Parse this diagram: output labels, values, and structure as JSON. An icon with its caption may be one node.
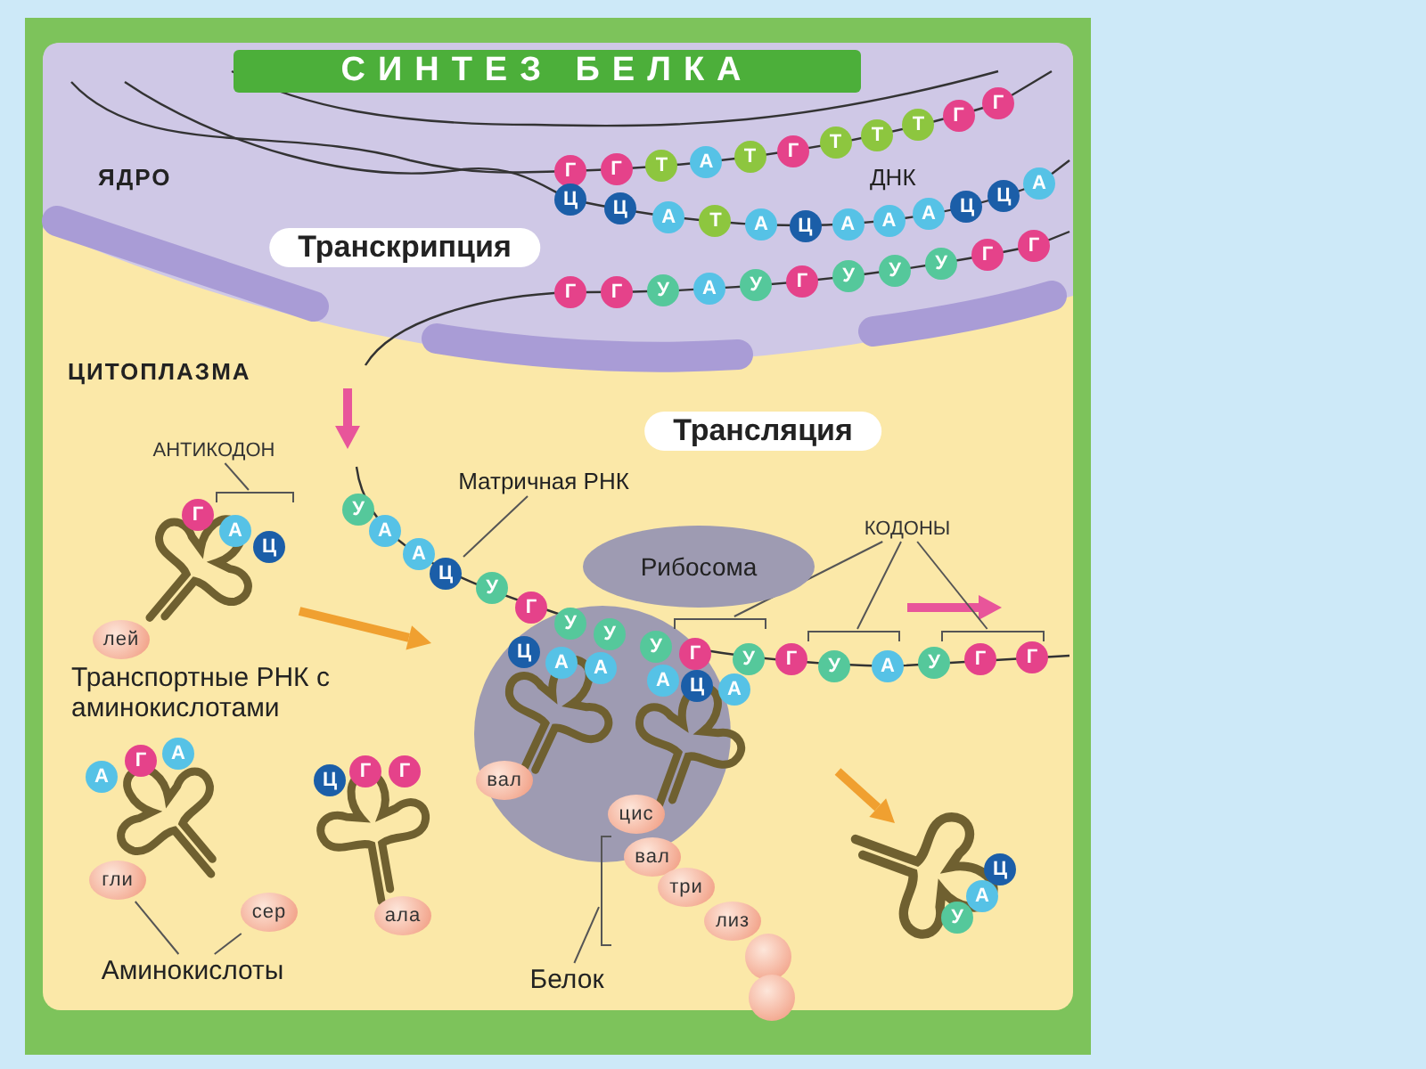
{
  "diagram": {
    "title": "СИНТЕЗ БЕЛКА",
    "nodes": [
      {
        "text": [
          "Транскрипция"
        ]
      },
      {
        "text": [
          "Трансляция"
        ]
      },
      {
        "text": [
          "АНТИКОДОН"
        ]
      },
      {
        "text": [
          "Матричная РНК"
        ]
      },
      {
        "text": [
          "КОДОНЫ"
        ]
      },
      {
        "text": [
          "Рибосома"
        ]
      },
      {
        "text": [
          "Аминокислоты"
        ]
      },
      {
        "text": [
          "Белок"
        ]
      },
      {
        "text": [],
        "shape": "bracket"
      },
      {
        "text": [],
        "shape": "bracket"
      },
      {
        "text": [],
        "shape": "bracket"
      },
      {
        "text": [],
        "shape": "bracket"
      },
      {
        "text": [],
        "shape": "bracket"
      },
      {
        "text": [
          "Г"
        ]
      },
      {
        "text": [
          "Г"
        ]
      },
      {
        "text": [
          "Т"
        ]
      },
      {
        "text": [
          "А"
        ]
      },
      {
        "text": [
          "Т"
        ]
      },
      {
        "text": [
          "Г"
        ]
      },
      {
        "text": [
          "Т"
        ]
      },
      {
        "text": [
          "Т"
        ]
      },
      {
        "text": [
          "Т"
        ]
      },
      {
        "text": [
          "Г"
        ]
      },
      {
        "text": [
          "Г"
        ]
      },
      {
        "text": [
          "Ц"
        ]
      },
      {
        "text": [
          "Ц"
        ]
      },
      {
        "text": [
          "А"
        ]
      },
      {
        "text": [
          "Т"
        ]
      },
      {
        "text": [
          "А"
        ]
      },
      {
        "text": [
          "Ц"
        ]
      },
      {
        "text": [
          "А"
        ]
      },
      {
        "text": [
          "А"
        ]
      },
      {
        "text": [
          "А"
        ]
      },
      {
        "text": [
          "Ц"
        ]
      },
      {
        "text": [
          "Ц"
        ]
      },
      {
        "text": [
          "А"
        ]
      },
      {
        "text": [
          "Г"
        ]
      },
      {
        "text": [
          "Г"
        ]
      },
      {
        "text": [
          "У"
        ]
      },
      {
        "text": [
          "А"
        ]
      },
      {
        "text": [
          "У"
        ]
      },
      {
        "text": [
          "Г"
        ]
      },
      {
        "text": [
          "У"
        ]
      },
      {
        "text": [
          "У"
        ]
      },
      {
        "text": [
          "У"
        ]
      },
      {
        "text": [
          "Г"
        ]
      },
      {
        "text": [
          "Г"
        ]
      },
      {
        "text": [
          "У"
        ]
      },
      {
        "text": [
          "А"
        ]
      },
      {
        "text": [
          "А"
        ]
      },
      {
        "text": [
          "Ц"
        ]
      },
      {
        "text": [
          "У"
        ]
      },
      {
        "text": [
          "Г"
        ]
      },
      {
        "text": [
          "У"
        ]
      },
      {
        "text": [
          "У"
        ]
      },
      {
        "text": [
          "У"
        ]
      },
      {
        "text": [
          "Г"
        ]
      },
      {
        "text": [
          "У"
        ]
      },
      {
        "text": [
          "Г"
        ]
      },
      {
        "text": [
          "У"
        ]
      },
      {
        "text": [
          "А"
        ]
      },
      {
        "text": [
          "У"
        ]
      },
      {
        "text": [
          "Г"
        ]
      },
      {
        "text": [
          "Г"
        ]
      },
      {
        "text": [
          "Г"
        ]
      },
      {
        "text": [
          "А"
        ]
      },
      {
        "text": [
          "Ц"
        ]
      },
      {
        "text": [
          "лей"
        ]
      },
      {
        "text": [
          "А"
        ]
      },
      {
        "text": [
          "Г"
        ]
      },
      {
        "text": [
          "А"
        ]
      },
      {
        "text": [
          "Ц"
        ]
      },
      {
        "text": [
          "Г"
        ]
      },
      {
        "text": [
          "Г"
        ]
      },
      {
        "text": [
          "ала"
        ]
      },
      {
        "text": [
          "гли"
        ]
      },
      {
        "text": [
          "сер"
        ]
      },
      {
        "text": [
          "Ц"
        ]
      },
      {
        "text": [
          "А"
        ]
      },
      {
        "text": [
          "А"
        ]
      },
      {
        "text": [
          "вал"
        ]
      },
      {
        "text": [
          "А"
        ]
      },
      {
        "text": [
          "Ц"
        ]
      },
      {
        "text": [
          "А"
        ]
      },
      {
        "text": [
          "цис"
        ]
      },
      {
        "text": [
          "вал"
        ]
      },
      {
        "text": [
          "три"
        ]
      },
      {
        "text": [
          "лиз"
        ]
      },
      {
        "text": [],
        "shape": "circle"
      },
      {
        "text": [],
        "shape": "circle"
      },
      {
        "text": [
          "Ц"
        ]
      },
      {
        "text": [
          "А"
        ]
      },
      {
        "text": [
          "У"
        ]
      }
    ],
    "edges": [
      {
        "from": 2,
        "to": 8,
        "arrow": "none"
      },
      {
        "from": 3,
        "to": 50,
        "arrow": "none"
      },
      {
        "from": 4,
        "to": 9,
        "arrow": "none"
      },
      {
        "from": 4,
        "to": 10,
        "arrow": "none"
      },
      {
        "from": 4,
        "to": 11,
        "arrow": "none"
      },
      {
        "from": 6,
        "to": 75,
        "arrow": "none"
      },
      {
        "from": 6,
        "to": 76,
        "arrow": "none"
      },
      {
        "from": 7,
        "to": 12,
        "arrow": "none"
      }
    ],
    "labels": [
      "ЯДРО",
      "ДНК",
      "ЦИТОПЛАЗМА",
      "Транспортные РНК с аминокислотами"
    ]
  }
}
